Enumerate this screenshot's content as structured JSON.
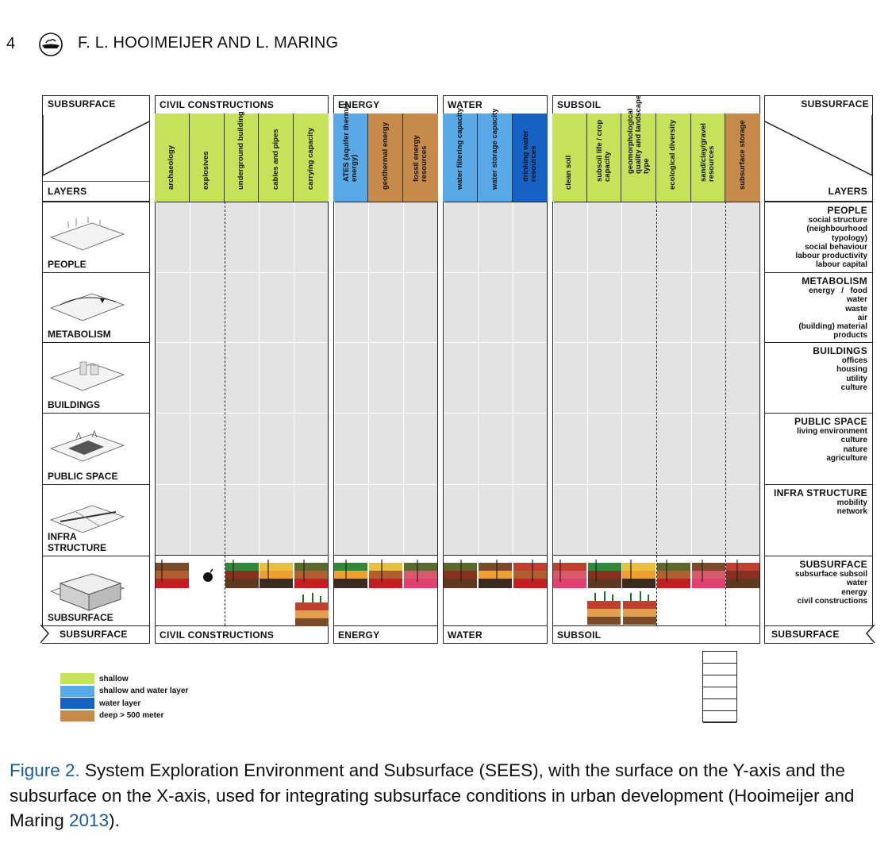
{
  "header": {
    "page_number": "4",
    "authors": "F. L. HOOIMEIJER AND L. MARING"
  },
  "colors": {
    "shallow": "#c6e15a",
    "shallow_water": "#58a9e6",
    "water_layer": "#1662c4",
    "deep": "#c68a4a",
    "grid": "#e3e3e3"
  },
  "left_panel": {
    "top_title": "SUBSURFACE",
    "layers_title": "LAYERS",
    "bottom_title": "SUBSURFACE"
  },
  "right_panel": {
    "top_title": "SUBSURFACE",
    "layers_title": "LAYERS",
    "bottom_title": "SUBSURFACE"
  },
  "groups": [
    {
      "title": "CIVIL CONSTRUCTIONS",
      "footer": "CIVIL CONSTRUCTIONS",
      "columns": [
        {
          "label": "archaeology",
          "color": "shallow"
        },
        {
          "label": "explosives",
          "color": "shallow"
        },
        {
          "label": "underground building",
          "color": "shallow"
        },
        {
          "label": "cables and pipes",
          "color": "shallow"
        },
        {
          "label": "carrying capacity",
          "color": "shallow"
        }
      ]
    },
    {
      "title": "ENERGY",
      "footer": "ENERGY",
      "columns": [
        {
          "label": "ATES (aquifer thermal energy)",
          "color": "shallow_water"
        },
        {
          "label": "geothermal energy",
          "color": "deep"
        },
        {
          "label": "fossil energy resources",
          "color": "deep"
        }
      ]
    },
    {
      "title": "WATER",
      "footer": "WATER",
      "columns": [
        {
          "label": "water filtering capacity",
          "color": "shallow_water"
        },
        {
          "label": "water storage capacity",
          "color": "shallow_water"
        },
        {
          "label": "drinking water resources",
          "color": "water_layer"
        }
      ]
    },
    {
      "title": "SUBSOIL",
      "footer": "SUBSOIL",
      "columns": [
        {
          "label": "clean soil",
          "color": "shallow"
        },
        {
          "label": "subsoil life / crop capacity",
          "color": "shallow"
        },
        {
          "label": "geomorphological quality and landscape type",
          "color": "shallow"
        },
        {
          "label": "ecological diversity",
          "color": "shallow"
        },
        {
          "label": "sand/clay/gravel resources",
          "color": "shallow"
        },
        {
          "label": "subsurface storage",
          "color": "deep"
        }
      ]
    }
  ],
  "rows_left": [
    "PEOPLE",
    "METABOLISM",
    "BUILDINGS",
    "PUBLIC SPACE",
    "INFRA STRUCTURE",
    "SUBSURFACE"
  ],
  "rows_right": [
    {
      "title": "PEOPLE",
      "items": [
        "social structure",
        "(neighbourhood",
        "typology)",
        "social behaviour",
        "labour productivity",
        "labour capital"
      ]
    },
    {
      "title": "METABOLISM",
      "items": [
        "energy   /   food",
        "water",
        "waste",
        "air",
        "(building) material",
        "products"
      ]
    },
    {
      "title": "BUILDINGS",
      "items": [
        "offices",
        "housing",
        "utility",
        "culture"
      ]
    },
    {
      "title": "PUBLIC SPACE",
      "items": [
        "living environment",
        "culture",
        "nature",
        "agriculture"
      ]
    },
    {
      "title": "INFRA STRUCTURE",
      "items": [
        "mobility",
        "network"
      ]
    },
    {
      "title": "SUBSURFACE",
      "items": [
        "subsurface subsoil",
        "water",
        "energy",
        "civil constructions"
      ]
    }
  ],
  "legend": [
    {
      "label": "shallow",
      "color": "#c6e15a"
    },
    {
      "label": "shallow and water layer",
      "color": "#58a9e6"
    },
    {
      "label": "water layer",
      "color": "#1662c4"
    },
    {
      "label": "deep > 500 meter",
      "color": "#c68a4a"
    }
  ],
  "caption": {
    "figure_label": "Figure 2.",
    "text": " System Exploration Environment and Subsurface (SEES), with the surface on the Y-axis and the subsurface on the X-axis, used for integrating subsurface conditions in urban development (Hooimeijer and Maring ",
    "year": "2013",
    "end": ")."
  }
}
